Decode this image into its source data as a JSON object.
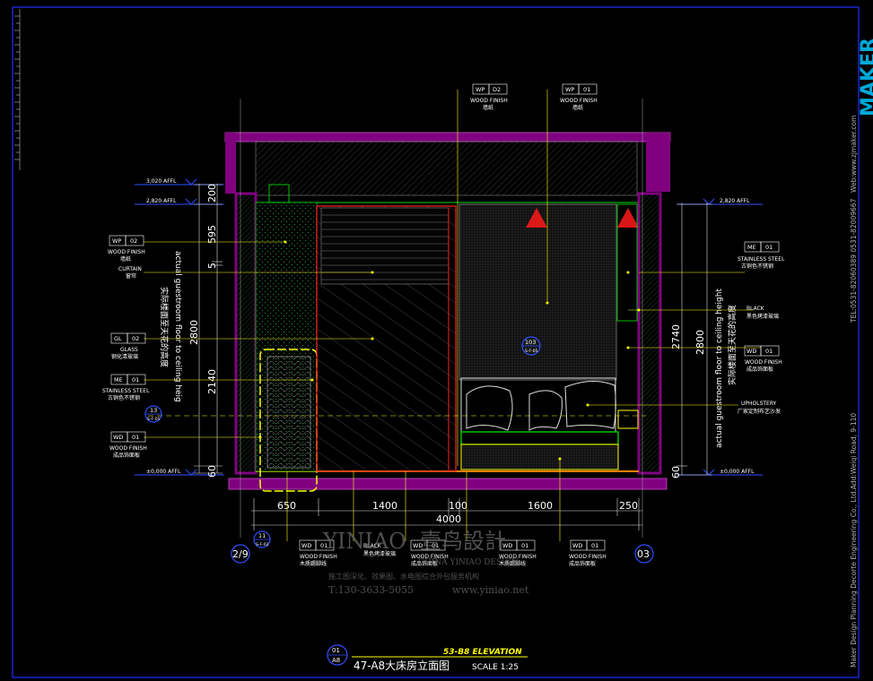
{
  "sheet": {
    "elevation_code": "53-B8 ELEVATION",
    "title": "47-A8大床房立面图",
    "scale": "SCALE 1:25",
    "badge_top": "01",
    "badge_bottom": "A8"
  },
  "levels": {
    "l3020": "3,020 AFFL",
    "l2820": "2,820 AFFL",
    "l0": "±0,000 AFFL"
  },
  "dims_left": {
    "d200": "200",
    "d595": "595",
    "d5": "5",
    "d2800": "2800",
    "d2140": "2140",
    "d60": "60"
  },
  "dims_right": {
    "d2800": "2800",
    "d2740": "2740",
    "d60": "60"
  },
  "dims_bottom": {
    "d650": "650",
    "d1400": "1400",
    "d100": "100",
    "d1600": "1600",
    "d250": "250",
    "total": "4000"
  },
  "vertical_notes": {
    "left_en": "actual guestroom floor to ceiling heig",
    "left_cn": "实际楼面至天花的高度",
    "right_en": "actual guestroom floor to ceiling height",
    "right_cn": "实际楼面至天花的高度"
  },
  "callouts": {
    "wp02_code": "WP",
    "wp02_num": "02",
    "wp02_l1": "WOOD FINISH",
    "wp02_l2": "墙纸",
    "wpd2_code": "WP",
    "wpd2_num": "D2",
    "wpd2_l1": "WOOD FINISH",
    "wpd2_l2": "墙纸",
    "wp01_code": "WP",
    "wp01_num": "01",
    "wp01_l1": "WOOD FINISH",
    "wp01_l2": "墙纸",
    "curtain_l1": "CURTAIN",
    "curtain_l2": "窗帘",
    "gl_code": "GL",
    "gl_num": "02",
    "gl_l1": "GLASS",
    "gl_l2": "钢化清玻璃",
    "me_left_code": "ME",
    "me_left_num": "01",
    "me_left_l1": "STAINLESS STEEL",
    "me_left_l2": "古铜色不锈钢",
    "wd_left_code": "WD",
    "wd_left_num": "01",
    "wd_left_l1": "WOOD FINISH",
    "wd_left_l2": "成品饰面板",
    "me_right_code": "ME",
    "me_right_num": "01",
    "me_right_l1": "STAINLESS STEEL",
    "me_right_l2": "古铜色不锈钢",
    "black_right_l1": "BLACK",
    "black_right_l2": "黑色烤漆玻璃",
    "wd_right_code": "WD",
    "wd_right_num": "01",
    "wd_right_l1": "WOOD FINISH",
    "wd_right_l2": "成品饰面板",
    "upholstery_l1": "UPHOLSTERY",
    "upholstery_l2": "厂家定制布艺沙发",
    "b1_code": "WD",
    "b1_num": "01",
    "b1_l1": "WOOD FINISH",
    "b1_l2": "木质踢脚线",
    "b2_l1": "BLACK",
    "b2_l2": "黑色烤漆玻璃",
    "b3_code": "WD",
    "b3_num": "01",
    "b3_l1": "WOOD FINISH",
    "b3_l2": "成品饰面板",
    "b4_code": "WD",
    "b4_num": "01",
    "b4_l1": "WOOD FINISH",
    "b4_l2": "木质踢脚线",
    "b5_code": "WD",
    "b5_num": "01",
    "b5_l1": "WOOD FINISH",
    "b5_l2": "成品饰面板"
  },
  "markers": {
    "left_circle": "2/9",
    "right_circle": "03",
    "sec13_top": "13",
    "sec13_bot": "S-F-01",
    "sec103_top": "103",
    "sec103_bot": "S-F-05",
    "sec11_top": "11",
    "sec11_bot": "S-F-02"
  },
  "watermark": {
    "brand_en": "YINIAO",
    "brand_cn": "壹鸟設計",
    "sub": "CHINA YINIAO DESIGN",
    "services": "施工图深化、效果图、水电图综合外包服务机构",
    "tel": "T:130-3633-5055",
    "web": "www.yiniao.net"
  },
  "title_block": {
    "company": "Maker Design Planning Decorte Engineering Co., Ltd.Add:Weiqi Road, 9-110",
    "tel": "TEL:0531-82060389   0531-82009667",
    "web": "Web:www.zjmaker.com",
    "logo": "MAKER"
  },
  "colors": {
    "background": "#000000",
    "wall": "#800080",
    "yellow": "#ffff00",
    "blue": "#2040ff",
    "red": "#ff1a1a",
    "green": "#00c000",
    "cyan": "#00ffff"
  }
}
